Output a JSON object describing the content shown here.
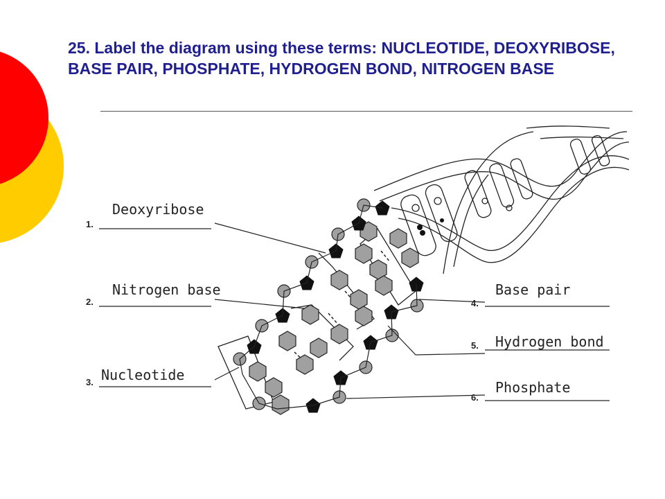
{
  "question": {
    "title": "25. Label the diagram using these terms: NUCLEOTIDE, DEOXYRIBOSE, BASE PAIR, PHOSPHATE, HYDROGEN BOND, NITROGEN BASE"
  },
  "labels": [
    {
      "number": "1.",
      "answer": "Deoxyribose"
    },
    {
      "number": "2.",
      "answer": "Nitrogen base"
    },
    {
      "number": "3.",
      "answer": "Nucleotide"
    },
    {
      "number": "4.",
      "answer": "Base pair"
    },
    {
      "number": "5.",
      "answer": "Hydrogen bond"
    },
    {
      "number": "6.",
      "answer": "Phosphate"
    }
  ],
  "colors": {
    "title": "#1f1f8f",
    "deco_red": "#ff0000",
    "deco_yellow": "#ffcc00",
    "phosphate_fill": "#a0a0a0",
    "sugar_fill": "#111111"
  }
}
